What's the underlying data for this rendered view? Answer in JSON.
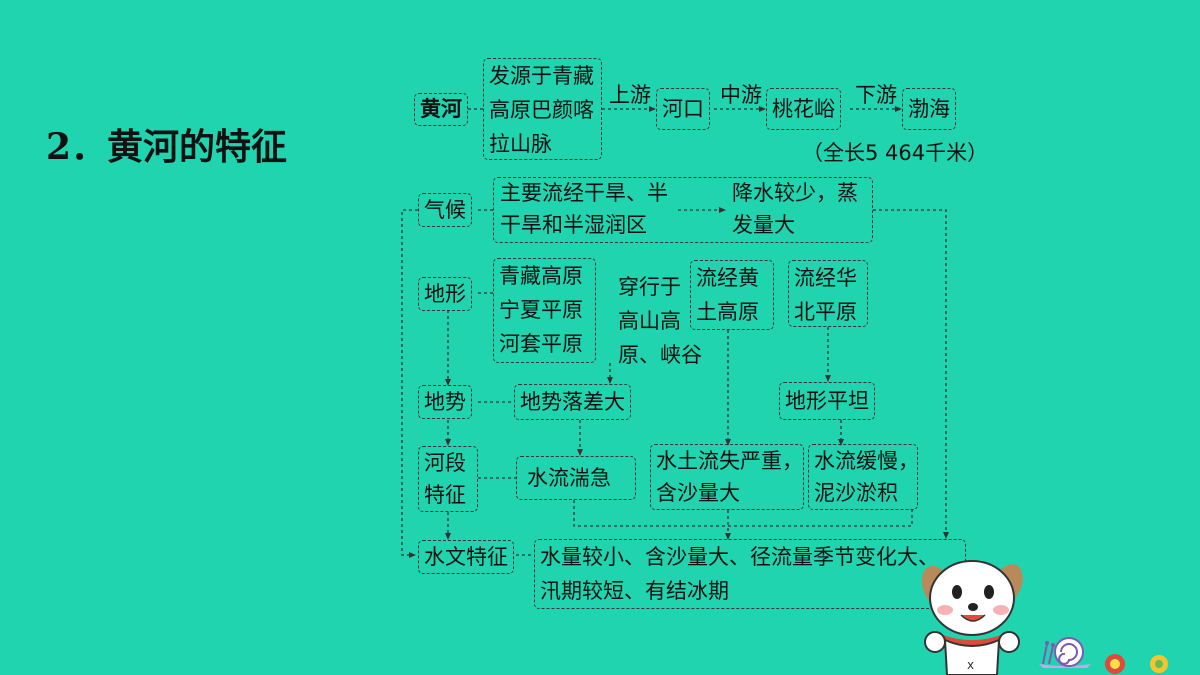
{
  "title": "2．黄河的特征",
  "row1": {
    "river": "黄河",
    "source_lines": [
      "发源于青藏",
      "高原巴颜喀",
      "拉山脉"
    ],
    "upper_label": "上游",
    "hekou": "河口",
    "middle_label": "中游",
    "taohuayu": "桃花峪",
    "lower_label": "下游",
    "bohai": "渤海",
    "length_note": "（全长5 464千米）"
  },
  "climate": {
    "label": "气候",
    "desc_lines": [
      "主要流经干旱、半",
      "干旱和半湿润区"
    ],
    "effect_lines": [
      "降水较少，蒸",
      "发量大"
    ]
  },
  "terrain": {
    "label": "地形",
    "plateaus_lines": [
      "青藏高原",
      "宁夏平原",
      "河套平原"
    ],
    "pass_lines": [
      "穿行于",
      "高山高",
      "原、峡谷"
    ],
    "loess_lines": [
      "流经黄",
      "土高原"
    ],
    "north_china_lines": [
      "流经华",
      "北平原"
    ]
  },
  "slope": {
    "label": "地势",
    "drop": "地势落差大",
    "flat": "地形平坦"
  },
  "section": {
    "label_lines": [
      "河段",
      "特征"
    ],
    "rapid": "水流湍急",
    "erosion_lines": [
      "水土流失严重，",
      "含沙量大"
    ],
    "slow_lines": [
      "水流缓慢，",
      "泥沙淤积"
    ]
  },
  "hydrology": {
    "label": "水文特征",
    "desc_lines": [
      "水量较小、含沙量大、径流量季节变化大、",
      "汛期较短、有结冰期"
    ]
  },
  "colors": {
    "background": "#21d4b0",
    "stroke": "#333333"
  },
  "decoration": {
    "mascot": "cartoon-puppy",
    "snail": "snail-icon"
  }
}
